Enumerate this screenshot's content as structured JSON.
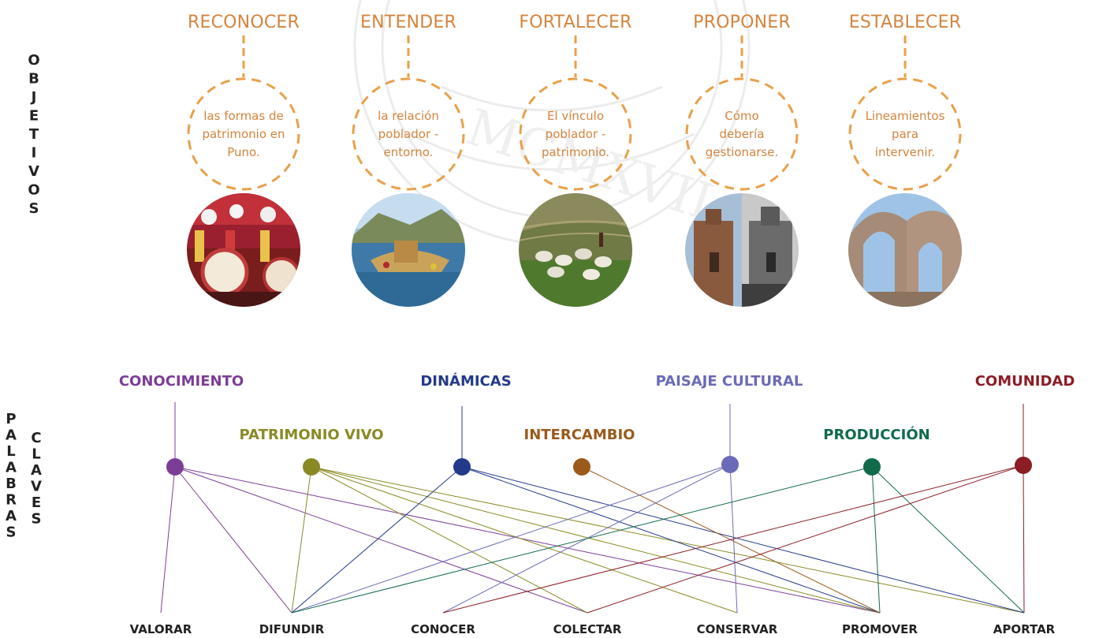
{
  "vertical_labels": {
    "objetivos": "OBJETIVOS",
    "palabras": "PALABRAS",
    "claves": "CLAVES"
  },
  "objectives": [
    {
      "verb": "RECONOCER",
      "text": [
        "las formas de",
        "patrimonio en",
        "Puno."
      ],
      "photo": "festival-dancers-photo"
    },
    {
      "verb": "ENTENDER",
      "text": [
        "la relación",
        "poblador -",
        "entorno."
      ],
      "photo": "lake-titicaca-reed-boats-photo"
    },
    {
      "verb": "FORTALECER",
      "text": [
        "El vínculo",
        "poblador -",
        "patrimonio."
      ],
      "photo": "sheep-herding-terraces-photo"
    },
    {
      "verb": "PROPONER",
      "text": [
        "Cómo",
        "debería",
        "gestionarse."
      ],
      "photo": "colonial-church-photo"
    },
    {
      "verb": "ESTABLECER",
      "text": [
        "Lineamientos",
        "para",
        "intervenir."
      ],
      "photo": "stone-arches-ruins-photo"
    }
  ],
  "keywords": [
    {
      "id": "conocimiento",
      "label": "CONOCIMIENTO",
      "color": "#7b3d97",
      "row": "upper"
    },
    {
      "id": "patrimonio_vivo",
      "label": "PATRIMONIO VIVO",
      "color": "#8a8a25",
      "row": "lower"
    },
    {
      "id": "dinamicas",
      "label": "DINÁMICAS",
      "color": "#233a8a",
      "row": "upper"
    },
    {
      "id": "intercambio",
      "label": "INTERCAMBIO",
      "color": "#9a5a1c",
      "row": "lower"
    },
    {
      "id": "paisaje_cultural",
      "label": "PAISAJE CULTURAL",
      "color": "#6a6ab8",
      "row": "upper"
    },
    {
      "id": "produccion",
      "label": "PRODUCCIÓN",
      "color": "#0f6b4a",
      "row": "lower"
    },
    {
      "id": "comunidad",
      "label": "COMUNIDAD",
      "color": "#8c1d25",
      "row": "upper"
    }
  ],
  "actions": [
    "VALORAR",
    "DIFUNDIR",
    "CONOCER",
    "COLECTAR",
    "CONSERVAR",
    "PROMOVER",
    "APORTAR"
  ],
  "connections": {
    "conocimiento": [
      "VALORAR",
      "DIFUNDIR",
      "COLECTAR",
      "PROMOVER"
    ],
    "patrimonio_vivo": [
      "DIFUNDIR",
      "COLECTAR",
      "CONSERVAR",
      "PROMOVER",
      "APORTAR"
    ],
    "dinamicas": [
      "DIFUNDIR",
      "PROMOVER",
      "APORTAR"
    ],
    "intercambio": [
      "PROMOVER"
    ],
    "paisaje_cultural": [
      "DIFUNDIR",
      "CONOCER",
      "CONSERVAR"
    ],
    "produccion": [
      "DIFUNDIR",
      "PROMOVER",
      "APORTAR"
    ],
    "comunidad": [
      "CONOCER",
      "COLECTAR",
      "APORTAR"
    ]
  },
  "colors": {
    "orange": "#e9a04a",
    "orange_text": "#d4843e",
    "dark_text": "#222222"
  }
}
